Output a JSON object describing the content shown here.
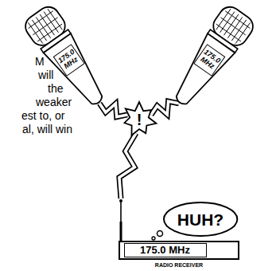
{
  "diagram": {
    "nodes": [
      {
        "text": [
          "175.0 MHz"
        ]
      },
      {
        "text": [
          "175.0 MHz"
        ]
      },
      {
        "text": [
          "!"
        ]
      },
      {
        "text": [
          "HUH?"
        ]
      },
      {
        "text": [
          "RADIO RECEIVER"
        ]
      },
      {
        "text": [
          "175.0 MHz"
        ],
        "in": 4
      }
    ],
    "edges": [
      {
        "from": 0,
        "to": 2,
        "arrow": "none"
      },
      {
        "from": 1,
        "to": 2,
        "arrow": "none"
      },
      {
        "from": 2,
        "to": 4,
        "arrow": "none"
      }
    ],
    "labels": [
      "M",
      "will",
      "the",
      "weaker",
      "est to, or",
      "al, will win"
    ]
  }
}
